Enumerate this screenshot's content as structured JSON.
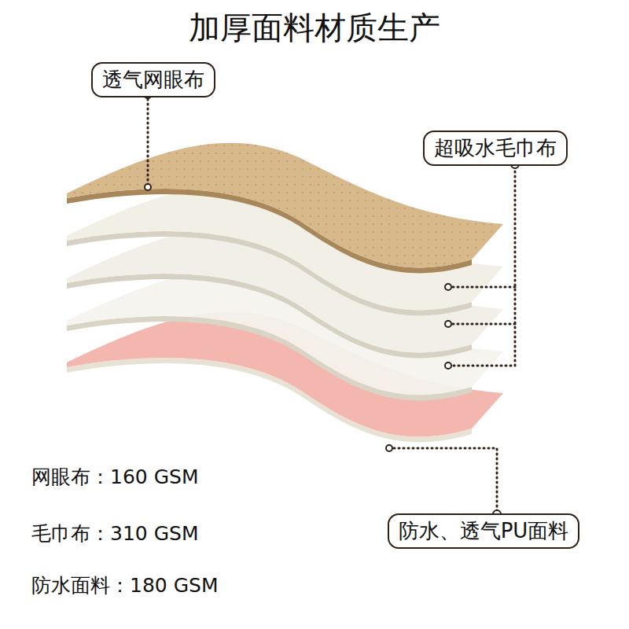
{
  "diagram": {
    "title": "加厚面料材质生产",
    "nodes": [
      {
        "text": [
          "透气网眼布"
        ]
      },
      {
        "text": [
          "超吸水毛巾布"
        ]
      },
      {
        "text": [
          "防水、透气PU面料"
        ]
      }
    ],
    "labels": [
      "网眼布：160 GSM",
      "毛巾布：310 GSM",
      "防水面料：180 GSM"
    ]
  }
}
